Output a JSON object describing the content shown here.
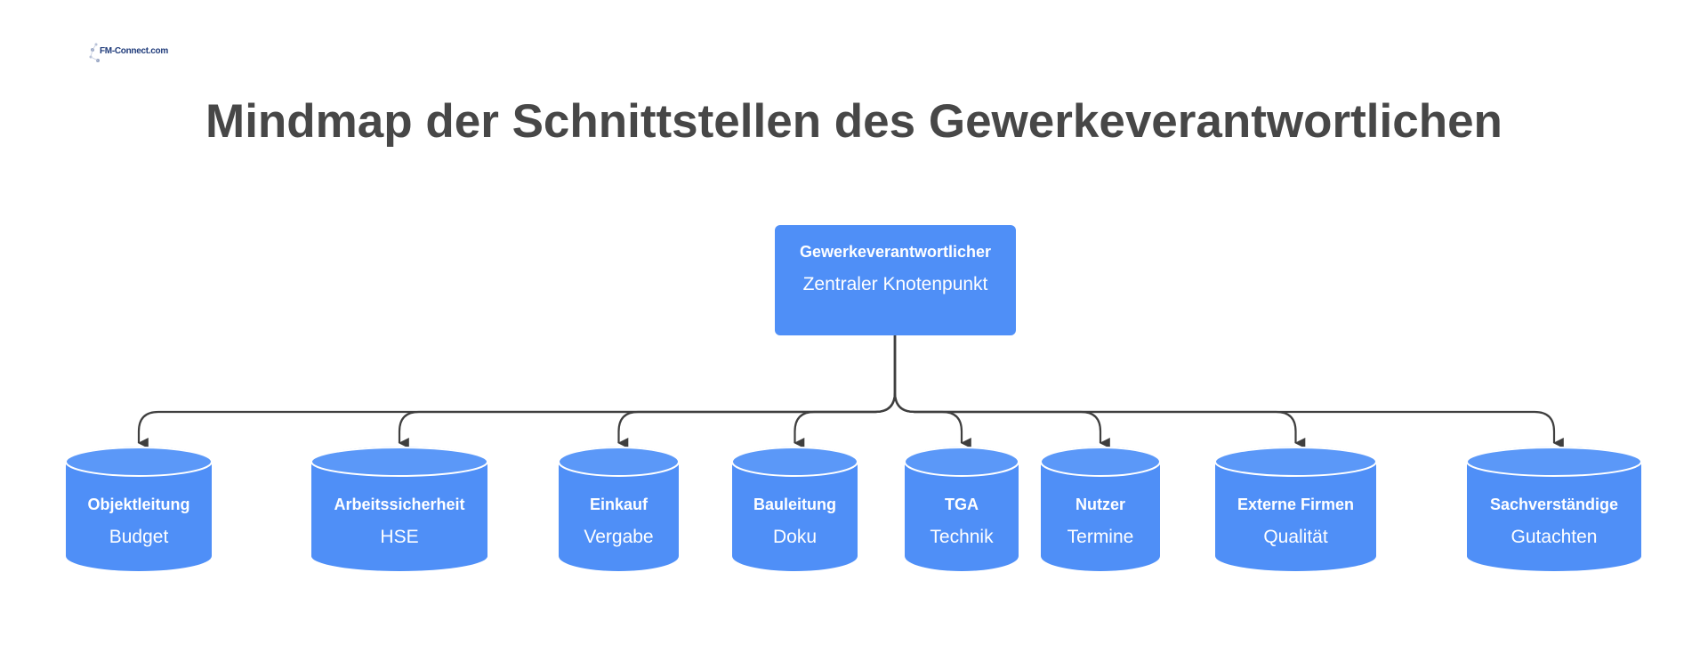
{
  "logo": {
    "text": "FM-Connect.com"
  },
  "title": "Mindmap der Schnittstellen des Gewerkeverantwortlichen",
  "central": {
    "role": "Gewerkeverantwortlicher",
    "desc": "Zentraler Knotenpunkt"
  },
  "nodes": [
    {
      "role": "Objektleitung",
      "desc": "Budget"
    },
    {
      "role": "Arbeitssicherheit",
      "desc": "HSE"
    },
    {
      "role": "Einkauf",
      "desc": "Vergabe"
    },
    {
      "role": "Bauleitung",
      "desc": "Doku"
    },
    {
      "role": "TGA",
      "desc": "Technik"
    },
    {
      "role": "Nutzer",
      "desc": "Termine"
    },
    {
      "role": "Externe Firmen",
      "desc": "Qualität"
    },
    {
      "role": "Sachverständige",
      "desc": "Gutachten"
    }
  ],
  "colors": {
    "node_fill": "#4f8ff7",
    "node_top": "#5b98f8",
    "edge": "#3f3f3f",
    "title": "#474747"
  }
}
